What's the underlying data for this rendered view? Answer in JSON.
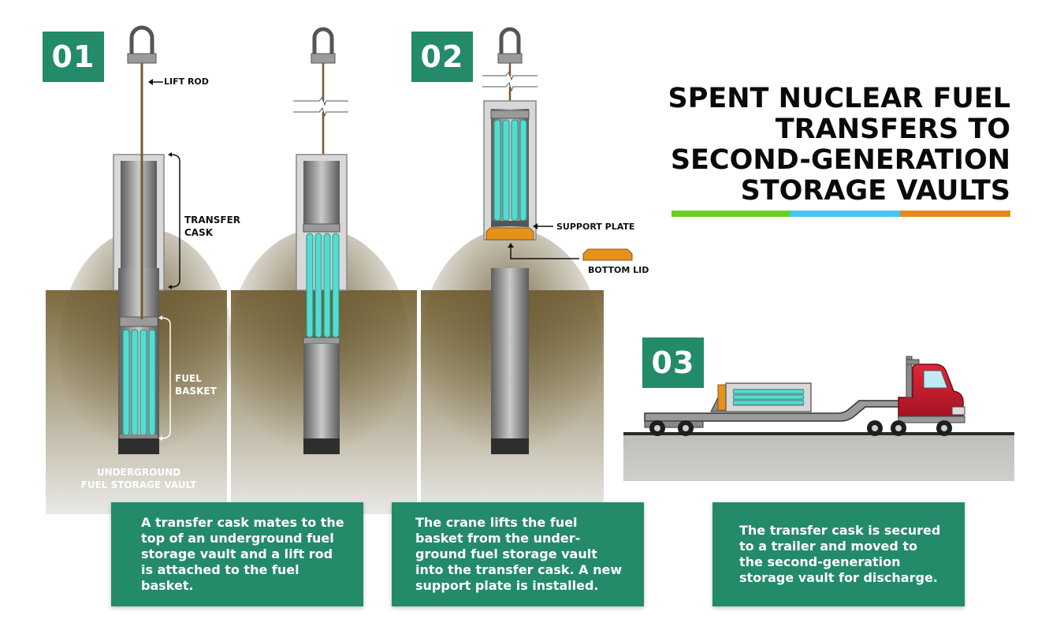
{
  "title": {
    "line1": "SPENT NUCLEAR FUEL",
    "line2": "TRANSFERS TO",
    "line3": "SECOND-GENERATION",
    "line4": "STORAGE VAULTS"
  },
  "title_bar_colors": [
    "#6bd01c",
    "#43c6ef",
    "#e28b17"
  ],
  "steps": [
    {
      "number": "01",
      "caption": "A transfer cask mates to the top of an underground fuel storage vault and a lift rod is attached to the fuel basket."
    },
    {
      "number": "02",
      "caption": "The crane lifts the fuel basket from the under-ground fuel storage vault into the transfer cask. A new support plate is installed."
    },
    {
      "number": "03",
      "caption": "The transfer cask is secured to a trailer and moved to the second-generation storage vault for discharge."
    }
  ],
  "labels": {
    "lift_rod": "LIFT ROD",
    "transfer_cask_1": "TRANSFER",
    "transfer_cask_2": "CASK",
    "fuel_basket_1": "FUEL",
    "fuel_basket_2": "BASKET",
    "vault_1": "UNDERGROUND",
    "vault_2": "FUEL STORAGE VAULT",
    "support_plate": "SUPPORT PLATE",
    "bottom_lid": "BOTTOM LID"
  },
  "colors": {
    "accent_green": "#238a6a",
    "fuel_cyan": "#52ddd0",
    "lid_orange": "#e6921c",
    "soil_brown": "#8a7346",
    "rod_brown": "#7a5a2e",
    "truck_red": "#d01f2e"
  }
}
